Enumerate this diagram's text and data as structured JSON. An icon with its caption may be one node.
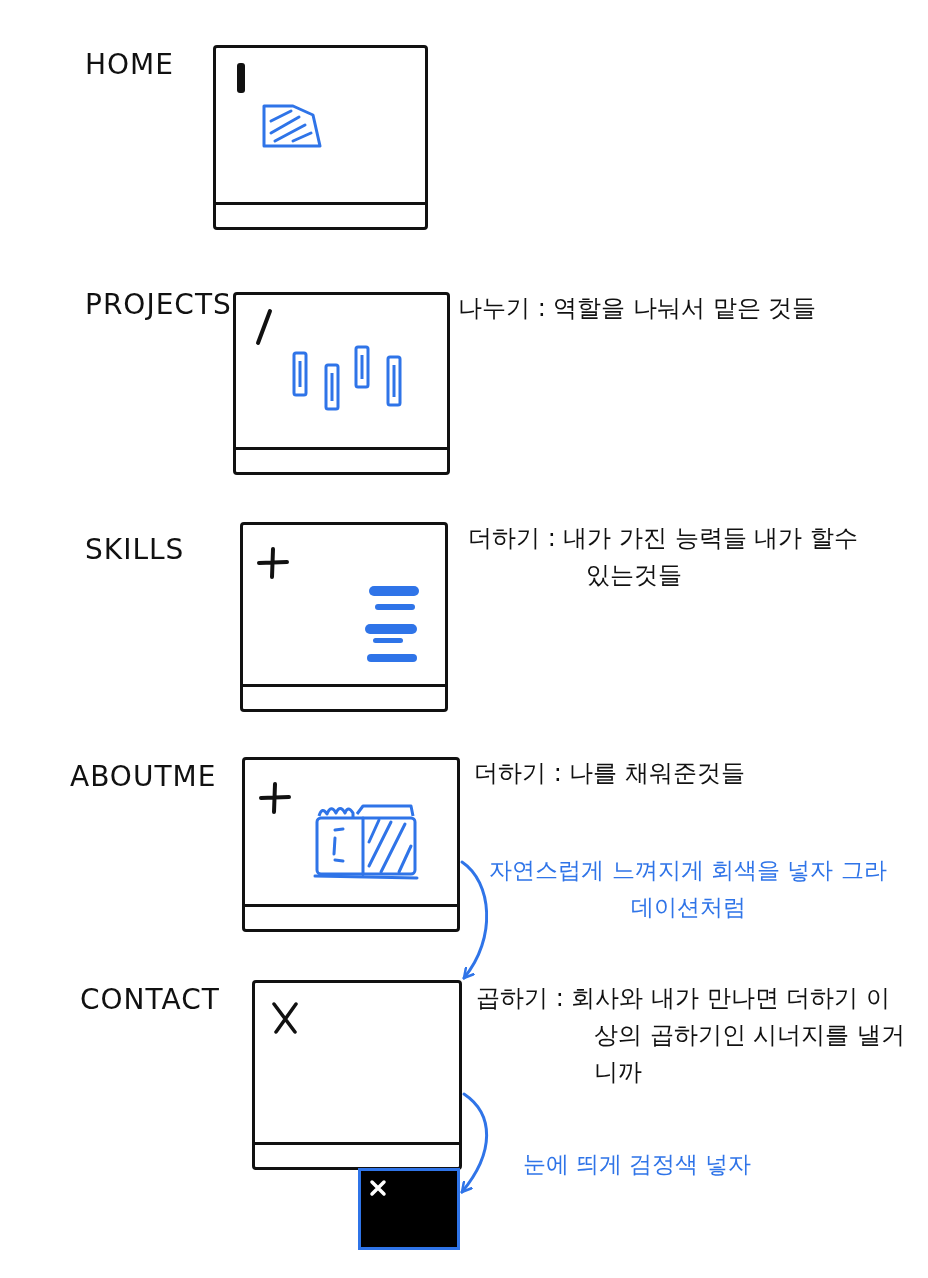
{
  "diagram": {
    "nodes": [
      {
        "text": [
          "HOME"
        ]
      },
      {
        "text": [
          "PROJECTS"
        ],
        "beside": [
          "나누기 : 역할을 나눠서 맡은 것들"
        ]
      },
      {
        "text": [
          "SKILLS"
        ],
        "beside": [
          "더하기 : 내가 가진 능력들 내가 할수 있는것들"
        ]
      },
      {
        "text": [
          "ABOUTME"
        ],
        "beside": [
          "더하기 : 나를 채워준것들"
        ]
      },
      {
        "text": [
          "CONTACT"
        ],
        "beside": [
          "곱하기 : 회사와 내가 만나면 더하기 이상의 곱하기인 시너지를 낼거니까"
        ]
      },
      {
        "text": [],
        "shape": "box"
      }
    ],
    "edges": [
      {
        "from": 3,
        "to": 4,
        "arrow": "to",
        "label": "자연스럽게 느껴지게 회색을 넣자 그라데이션처럼"
      },
      {
        "from": 4,
        "to": 5,
        "arrow": "to",
        "label": "눈에 띄게 검정색 넣자"
      }
    ]
  }
}
